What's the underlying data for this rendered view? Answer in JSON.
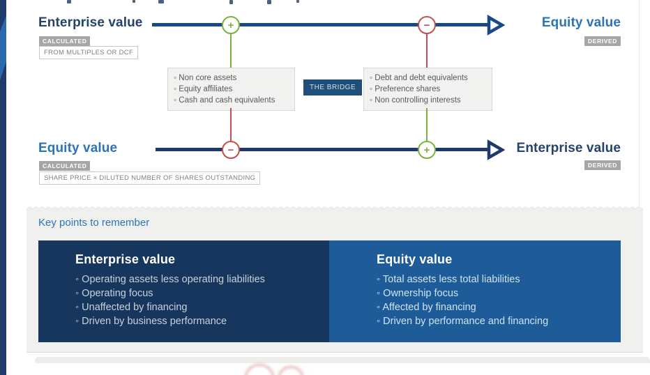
{
  "diagram": {
    "bridge_label": "THE BRIDGE",
    "row1": {
      "left_label": "Enterprise value",
      "left_badge": "CALCULATED",
      "left_note": "FROM MULTIPLES OR DCF",
      "operator_left": "+",
      "operator_right": "−",
      "right_label": "Equity value",
      "right_badge": "DERIVED"
    },
    "row2": {
      "left_label": "Equity value",
      "left_badge": "CALCULATED",
      "left_note": "SHARE PRICE × DILUTED NUMBER OF SHARES OUTSTANDING",
      "operator_left": "−",
      "operator_right": "+",
      "right_label": "Enterprise value",
      "right_badge": "DERIVED"
    },
    "add_box": {
      "item0": "Non core assets",
      "item1": "Equity affiliates",
      "item2": "Cash and cash equivalents"
    },
    "subtract_box": {
      "item0": "Debt and debt equivalents",
      "item1": "Preference shares",
      "item2": "Non controlling interests"
    }
  },
  "key_points": {
    "title": "Key points to remember",
    "enterprise": {
      "title": "Enterprise value",
      "item0": "Operating assets less operating liabilities",
      "item1": "Operating focus",
      "item2": "Unaffected by financing",
      "item3": "Driven by business performance"
    },
    "equity": {
      "title": "Equity value",
      "item0": "Total assets less total liabilities",
      "item1": "Ownership focus",
      "item2": "Affected by financing",
      "item3": "Driven by performance and financing"
    }
  },
  "colors": {
    "navy_line": "#1a4a85",
    "dark_navy_line": "#20386b",
    "enterprise_navy": "#26436b",
    "equity_blue": "#2e74b5",
    "green_plus": "#7ab23f",
    "red_minus": "#c0504d",
    "badge_gray": "#a6a6a6",
    "panel_enterprise": "#16365d",
    "panel_equity": "#1d5c99",
    "bridge_tag_bg": "#1f4e79",
    "band_gray": "#f0f0ef"
  }
}
